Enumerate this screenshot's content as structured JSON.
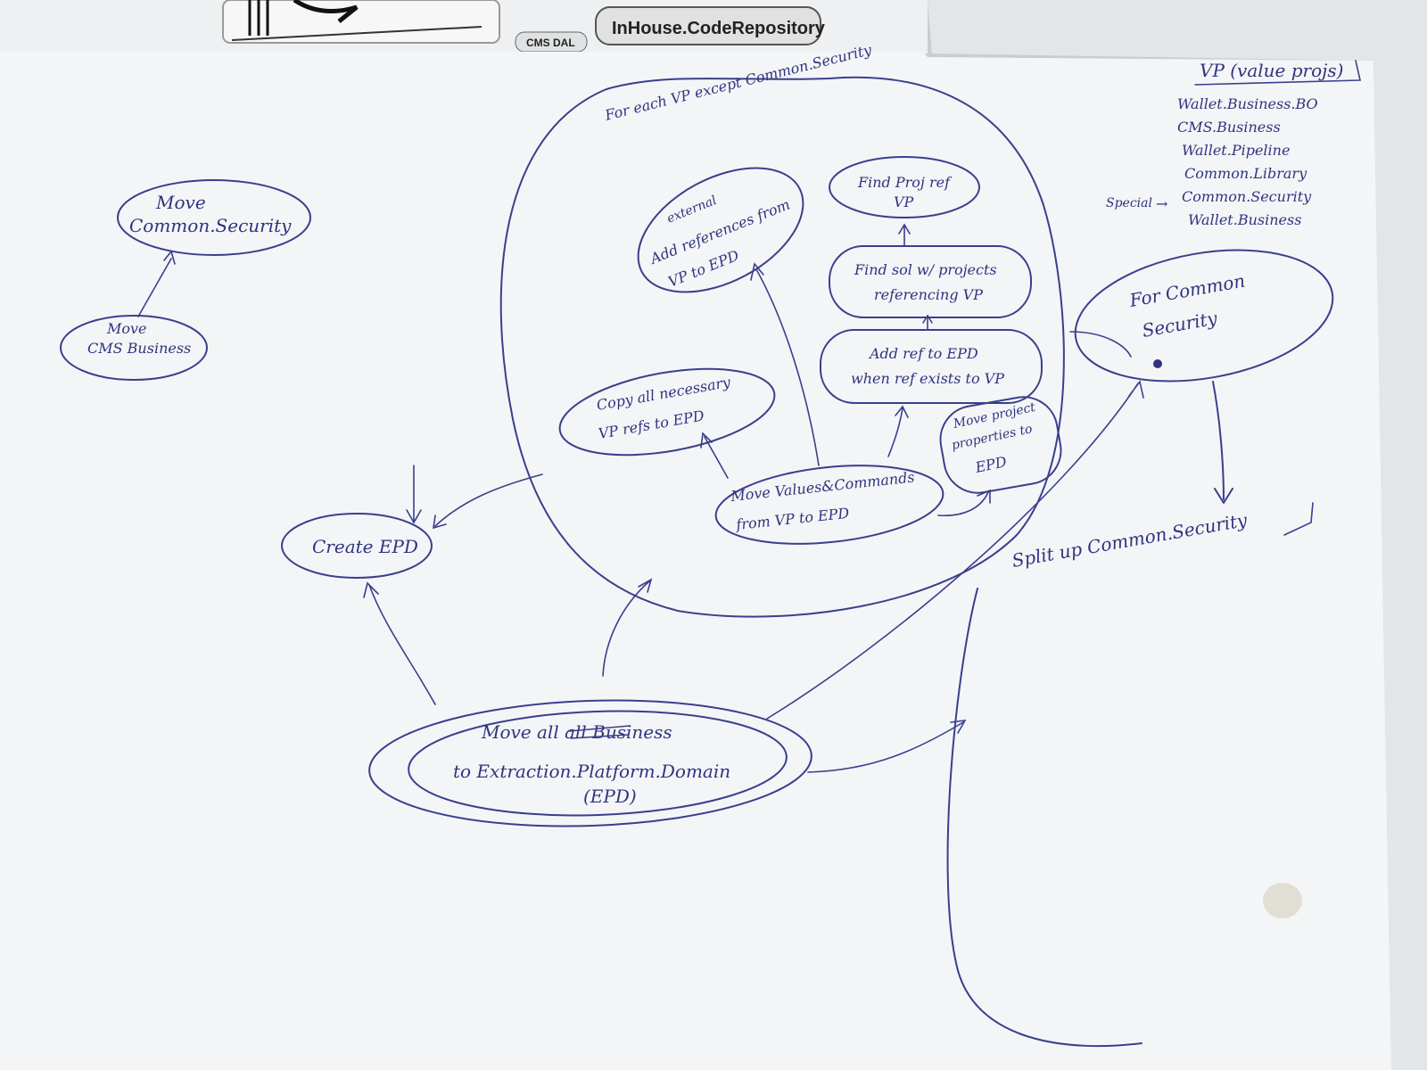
{
  "background_papers": {
    "tag_left": "CMS DAL",
    "tag_right": "InHouse.CodeRepository"
  },
  "diagram": {
    "loop_label": "For each VP except Common.Security",
    "legend": {
      "title": "VP (value projs)",
      "items": [
        "Wallet.Business.BO",
        "CMS.Business",
        "Wallet.Pipeline",
        "Common.Library",
        "Common.Security",
        "Wallet.Business"
      ],
      "special_label": "Special",
      "special_arrow": "→"
    },
    "nodes": {
      "move_common_security": [
        "Move",
        "Common.Security"
      ],
      "move_cms_business": [
        "Move",
        "CMS Business"
      ],
      "create_epd": "Create EPD",
      "add_references": [
        "external",
        "Add references from",
        "VP to EPD"
      ],
      "find_proj_ref": [
        "Find Proj ref",
        "VP"
      ],
      "find_sol": [
        "Find sol w/ projects",
        "referencing VP"
      ],
      "add_ref_epd": [
        "Add ref to EPD",
        "when ref exists to VP"
      ],
      "copy_refs": [
        "Copy all necessary",
        "VP refs to EPD"
      ],
      "move_project_props": [
        "Move project",
        "properties to",
        "EPD"
      ],
      "move_values": [
        "Move Values&Commands",
        "from VP to EPD"
      ],
      "for_common_security": [
        "For Common",
        "Security"
      ],
      "split_common_security": "Split up Common.Security",
      "move_all": [
        "Move all all Business",
        "to Extraction.Platform.Domain",
        "(EPD)"
      ]
    }
  }
}
